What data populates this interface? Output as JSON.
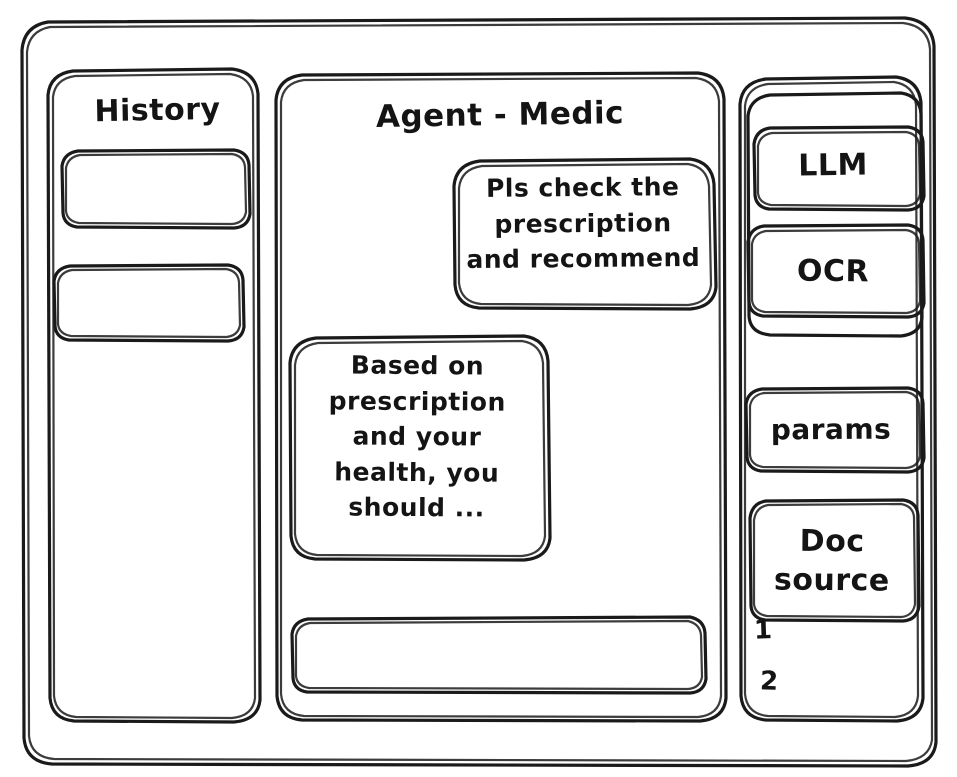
{
  "window": {
    "style": "hand-drawn-wireframe",
    "background_color": "#ffffff",
    "ink_color": "#1a1a1a"
  },
  "sidebar_left": {
    "title": "History",
    "items": [
      {
        "label": "",
        "name": "history-entry-1"
      },
      {
        "label": "",
        "name": "history-entry-2"
      }
    ]
  },
  "main": {
    "title": "Agent - Medic",
    "messages": [
      {
        "role": "user",
        "text": "Pls check the\nprescription\nand recommend"
      },
      {
        "role": "assistant",
        "text": "Based on\nprescription\nand your\nhealth, you\nshould ..."
      }
    ],
    "composer": {
      "value": "",
      "placeholder": ""
    }
  },
  "sidebar_right": {
    "tool_groups": [
      {
        "name": "models",
        "buttons": [
          {
            "label": "LLM"
          },
          {
            "label": "OCR"
          }
        ]
      },
      {
        "name": "configuration",
        "buttons": [
          {
            "label": "params"
          }
        ]
      },
      {
        "name": "documents",
        "buttons": [
          {
            "label": "Doc\nsource"
          }
        ],
        "list": [
          "1",
          "2"
        ]
      }
    ]
  }
}
